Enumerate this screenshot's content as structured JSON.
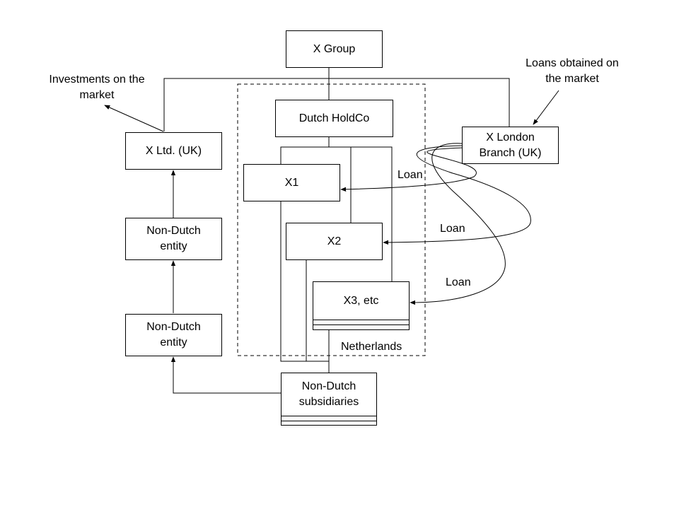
{
  "nodes": {
    "x_group": "X Group",
    "dutch_holdco": "Dutch HoldCo",
    "x1": "X1",
    "x2": "X2",
    "x3": "X3, etc",
    "x_ltd": "X Ltd. (UK)",
    "non_dutch_entity_upper": "Non-Dutch\nentity",
    "non_dutch_entity_lower": "Non-Dutch\nentity",
    "x_london_branch": "X London\nBranch (UK)",
    "non_dutch_subsidiaries": "Non-Dutch\nsubsidiaries"
  },
  "labels": {
    "investments": "Investments on the\nmarket",
    "loans_obtained": "Loans obtained on\nthe market",
    "loan_1": "Loan",
    "loan_2": "Loan",
    "loan_3": "Loan",
    "netherlands": "Netherlands"
  }
}
